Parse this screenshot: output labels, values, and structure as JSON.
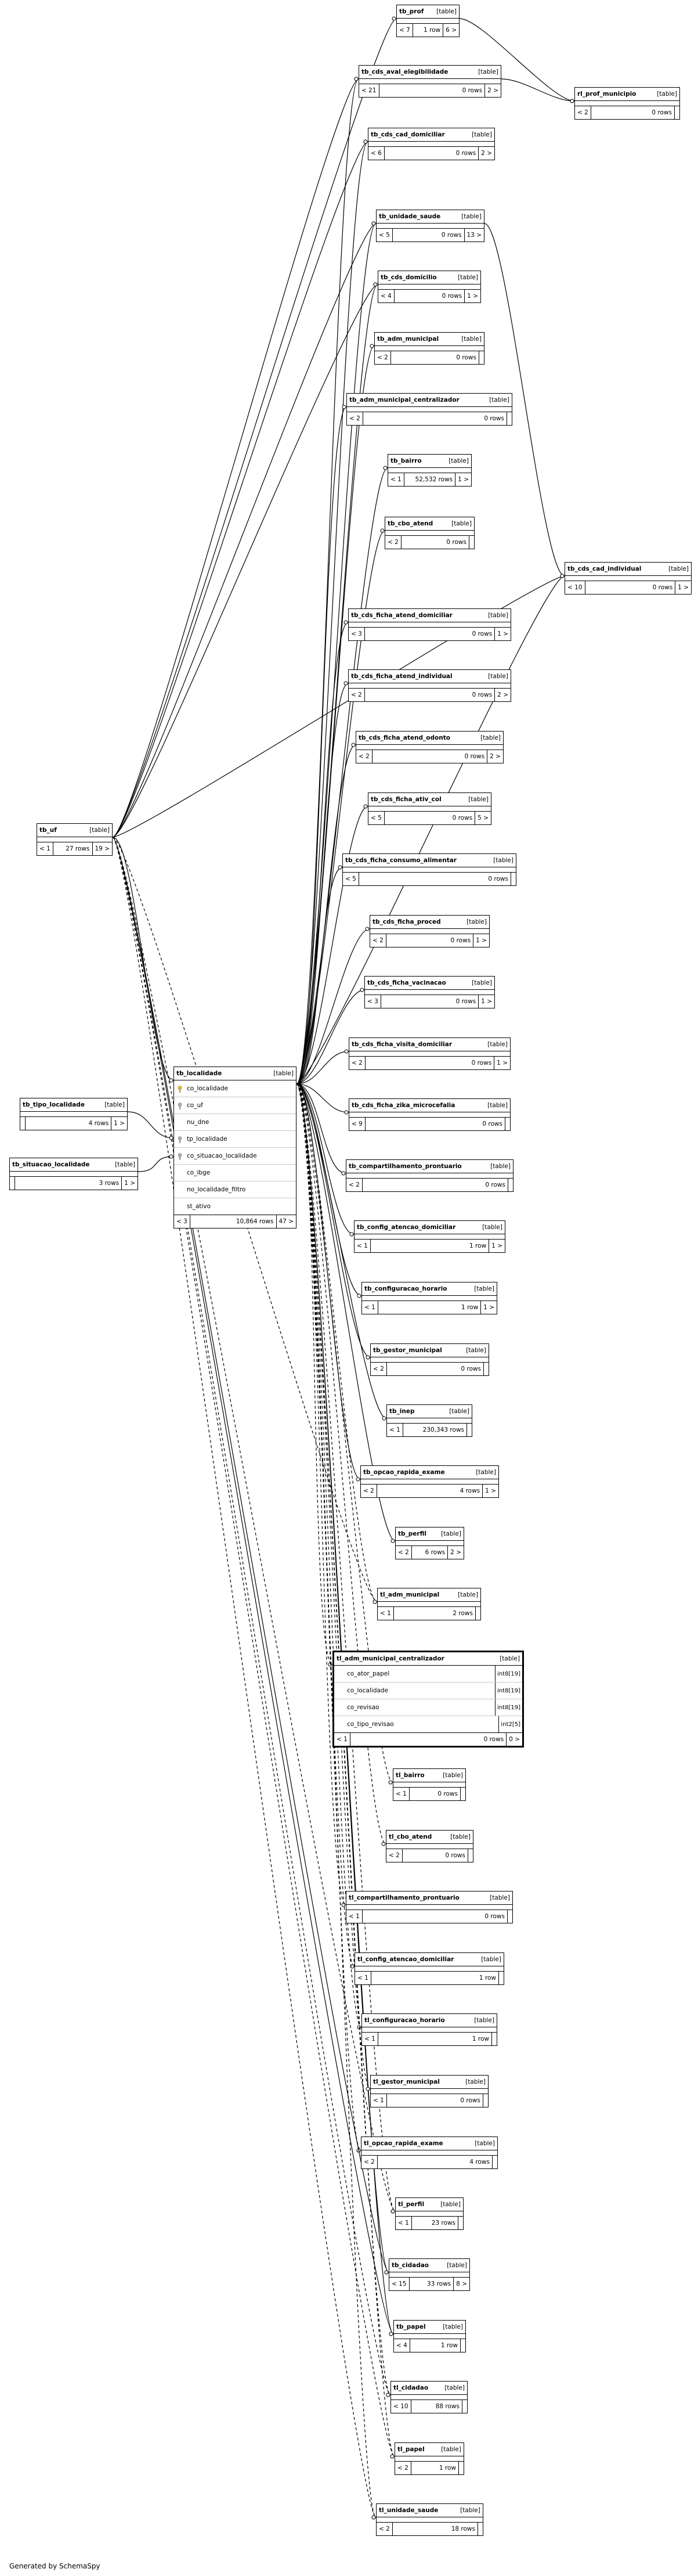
{
  "diagram": {
    "tables": [
      {
        "id": "tb_prof",
        "name": "tb_prof",
        "type": "[table]",
        "parents": "< 7",
        "rows": "1 row",
        "children": "6 >"
      },
      {
        "id": "tb_cds_aval_elegibilidade",
        "name": "tb_cds_aval_elegibilidade",
        "type": "[table]",
        "parents": "< 21",
        "rows": "0 rows",
        "children": "2 >"
      },
      {
        "id": "rl_prof_municipio",
        "name": "rl_prof_municipio",
        "type": "[table]",
        "parents": "< 2",
        "rows": "0 rows",
        "children": ""
      },
      {
        "id": "tb_cds_cad_domiciliar",
        "name": "tb_cds_cad_domiciliar",
        "type": "[table]",
        "parents": "< 6",
        "rows": "0 rows",
        "children": "2 >"
      },
      {
        "id": "tb_unidade_saude",
        "name": "tb_unidade_saude",
        "type": "[table]",
        "parents": "< 5",
        "rows": "0 rows",
        "children": "13 >"
      },
      {
        "id": "tb_cds_domicilio",
        "name": "tb_cds_domicilio",
        "type": "[table]",
        "parents": "< 4",
        "rows": "0 rows",
        "children": "1 >"
      },
      {
        "id": "tb_adm_municipal",
        "name": "tb_adm_municipal",
        "type": "[table]",
        "parents": "< 2",
        "rows": "0 rows",
        "children": ""
      },
      {
        "id": "tb_adm_municipal_centralizador",
        "name": "tb_adm_municipal_centralizador",
        "type": "[table]",
        "parents": "< 2",
        "rows": "0 rows",
        "children": ""
      },
      {
        "id": "tb_bairro",
        "name": "tb_bairro",
        "type": "[table]",
        "parents": "< 1",
        "rows": "52,532 rows",
        "children": "1 >"
      },
      {
        "id": "tb_cbo_atend",
        "name": "tb_cbo_atend",
        "type": "[table]",
        "parents": "< 2",
        "rows": "0 rows",
        "children": ""
      },
      {
        "id": "tb_cds_cad_individual",
        "name": "tb_cds_cad_individual",
        "type": "[table]",
        "parents": "< 10",
        "rows": "0 rows",
        "children": "1 >"
      },
      {
        "id": "tb_cds_ficha_atend_domiciliar",
        "name": "tb_cds_ficha_atend_domiciliar",
        "type": "[table]",
        "parents": "< 3",
        "rows": "0 rows",
        "children": "1 >"
      },
      {
        "id": "tb_cds_ficha_atend_individual",
        "name": "tb_cds_ficha_atend_individual",
        "type": "[table]",
        "parents": "< 2",
        "rows": "0 rows",
        "children": "2 >"
      },
      {
        "id": "tb_cds_ficha_atend_odonto",
        "name": "tb_cds_ficha_atend_odonto",
        "type": "[table]",
        "parents": "< 2",
        "rows": "0 rows",
        "children": "2 >"
      },
      {
        "id": "tb_cds_ficha_ativ_col",
        "name": "tb_cds_ficha_ativ_col",
        "type": "[table]",
        "parents": "< 5",
        "rows": "0 rows",
        "children": "5 >"
      },
      {
        "id": "tb_cds_ficha_consumo_alimentar",
        "name": "tb_cds_ficha_consumo_alimentar",
        "type": "[table]",
        "parents": "< 5",
        "rows": "0 rows",
        "children": ""
      },
      {
        "id": "tb_uf",
        "name": "tb_uf",
        "type": "[table]",
        "parents": "< 1",
        "rows": "27 rows",
        "children": "19 >"
      },
      {
        "id": "tb_cds_ficha_proced",
        "name": "tb_cds_ficha_proced",
        "type": "[table]",
        "parents": "< 2",
        "rows": "0 rows",
        "children": "1 >"
      },
      {
        "id": "tb_cds_ficha_vacinacao",
        "name": "tb_cds_ficha_vacinacao",
        "type": "[table]",
        "parents": "< 3",
        "rows": "0 rows",
        "children": "1 >"
      },
      {
        "id": "tb_cds_ficha_visita_domiciliar",
        "name": "tb_cds_ficha_visita_domiciliar",
        "type": "[table]",
        "parents": "< 2",
        "rows": "0 rows",
        "children": "1 >"
      },
      {
        "id": "tb_cds_ficha_zika_microcefalia",
        "name": "tb_cds_ficha_zika_microcefalia",
        "type": "[table]",
        "parents": "< 9",
        "rows": "0 rows",
        "children": ""
      },
      {
        "id": "tb_tipo_localidade",
        "name": "tb_tipo_localidade",
        "type": "[table]",
        "parents": "",
        "rows": "4 rows",
        "children": "1 >"
      },
      {
        "id": "tb_situacao_localidade",
        "name": "tb_situacao_localidade",
        "type": "[table]",
        "parents": "",
        "rows": "3 rows",
        "children": "1 >"
      },
      {
        "id": "tb_localidade",
        "name": "tb_localidade",
        "type": "[table]",
        "parents": "< 3",
        "rows": "10,864 rows",
        "children": "47 >",
        "columns": [
          {
            "name": "co_localidade",
            "type": "",
            "key": "pk"
          },
          {
            "name": "co_uf",
            "type": "",
            "key": "fk"
          },
          {
            "name": "nu_dne",
            "type": "",
            "key": ""
          },
          {
            "name": "tp_localidade",
            "type": "",
            "key": "fk"
          },
          {
            "name": "co_situacao_localidade",
            "type": "",
            "key": "fk"
          },
          {
            "name": "co_ibge",
            "type": "",
            "key": ""
          },
          {
            "name": "no_localidade_filtro",
            "type": "",
            "key": ""
          },
          {
            "name": "st_ativo",
            "type": "",
            "key": ""
          }
        ]
      },
      {
        "id": "tb_compartilhamento_prontuario",
        "name": "tb_compartilhamento_prontuario",
        "type": "[table]",
        "parents": "< 2",
        "rows": "0 rows",
        "children": ""
      },
      {
        "id": "tb_config_atencao_domiciliar",
        "name": "tb_config_atencao_domiciliar",
        "type": "[table]",
        "parents": "< 1",
        "rows": "1 row",
        "children": "1 >"
      },
      {
        "id": "tb_configuracao_horario",
        "name": "tb_configuracao_horario",
        "type": "[table]",
        "parents": "< 1",
        "rows": "1 row",
        "children": "1 >"
      },
      {
        "id": "tb_gestor_municipal",
        "name": "tb_gestor_municipal",
        "type": "[table]",
        "parents": "< 2",
        "rows": "0 rows",
        "children": ""
      },
      {
        "id": "tb_inep",
        "name": "tb_inep",
        "type": "[table]",
        "parents": "< 1",
        "rows": "230,343 rows",
        "children": ""
      },
      {
        "id": "tb_opcao_rapida_exame",
        "name": "tb_opcao_rapida_exame",
        "type": "[table]",
        "parents": "< 2",
        "rows": "4 rows",
        "children": "1 >"
      },
      {
        "id": "tb_perfil",
        "name": "tb_perfil",
        "type": "[table]",
        "parents": "< 2",
        "rows": "6 rows",
        "children": "2 >"
      },
      {
        "id": "tl_adm_municipal",
        "name": "tl_adm_municipal",
        "type": "[table]",
        "parents": "< 1",
        "rows": "2 rows",
        "children": ""
      },
      {
        "id": "tl_adm_municipal_centralizador",
        "name": "tl_adm_municipal_centralizador",
        "type": "[table]",
        "parents": "< 1",
        "rows": "0 rows",
        "children": "0 >",
        "focus": true,
        "columns": [
          {
            "name": "co_ator_papel",
            "type": "int8[19]",
            "key": ""
          },
          {
            "name": "co_localidade",
            "type": "int8[19]",
            "key": ""
          },
          {
            "name": "co_revisao",
            "type": "int8[19]",
            "key": ""
          },
          {
            "name": "co_tipo_revisao",
            "type": "int2[5]",
            "key": ""
          }
        ]
      },
      {
        "id": "tl_bairro",
        "name": "tl_bairro",
        "type": "[table]",
        "parents": "< 1",
        "rows": "0 rows",
        "children": ""
      },
      {
        "id": "tl_cbo_atend",
        "name": "tl_cbo_atend",
        "type": "[table]",
        "parents": "< 2",
        "rows": "0 rows",
        "children": ""
      },
      {
        "id": "tl_compartilhamento_prontuario",
        "name": "tl_compartilhamento_prontuario",
        "type": "[table]",
        "parents": "< 1",
        "rows": "0 rows",
        "children": ""
      },
      {
        "id": "tl_config_atencao_domiciliar",
        "name": "tl_config_atencao_domiciliar",
        "type": "[table]",
        "parents": "< 1",
        "rows": "1 row",
        "children": ""
      },
      {
        "id": "tl_configuracao_horario",
        "name": "tl_configuracao_horario",
        "type": "[table]",
        "parents": "< 1",
        "rows": "1 row",
        "children": ""
      },
      {
        "id": "tl_gestor_municipal",
        "name": "tl_gestor_municipal",
        "type": "[table]",
        "parents": "< 1",
        "rows": "0 rows",
        "children": ""
      },
      {
        "id": "tl_opcao_rapida_exame",
        "name": "tl_opcao_rapida_exame",
        "type": "[table]",
        "parents": "< 2",
        "rows": "4 rows",
        "children": ""
      },
      {
        "id": "tl_perfil",
        "name": "tl_perfil",
        "type": "[table]",
        "parents": "< 1",
        "rows": "23 rows",
        "children": ""
      },
      {
        "id": "tb_cidadao",
        "name": "tb_cidadao",
        "type": "[table]",
        "parents": "< 15",
        "rows": "33 rows",
        "children": "8 >"
      },
      {
        "id": "tb_papel",
        "name": "tb_papel",
        "type": "[table]",
        "parents": "< 4",
        "rows": "1 row",
        "children": ""
      },
      {
        "id": "tl_cidadao",
        "name": "tl_cidadao",
        "type": "[table]",
        "parents": "< 10",
        "rows": "88 rows",
        "children": ""
      },
      {
        "id": "tl_papel",
        "name": "tl_papel",
        "type": "[table]",
        "parents": "< 2",
        "rows": "1 row",
        "children": ""
      },
      {
        "id": "tl_unidade_saude",
        "name": "tl_unidade_saude",
        "type": "[table]",
        "parents": "< 2",
        "rows": "18 rows",
        "children": ""
      }
    ]
  },
  "footer": {
    "generated_by": "Generated by SchemaSpy"
  },
  "colors": {
    "line": "#000000",
    "background": "#ffffff",
    "pk_key": "#e8c400",
    "fk_key": "#b0b0b0"
  }
}
